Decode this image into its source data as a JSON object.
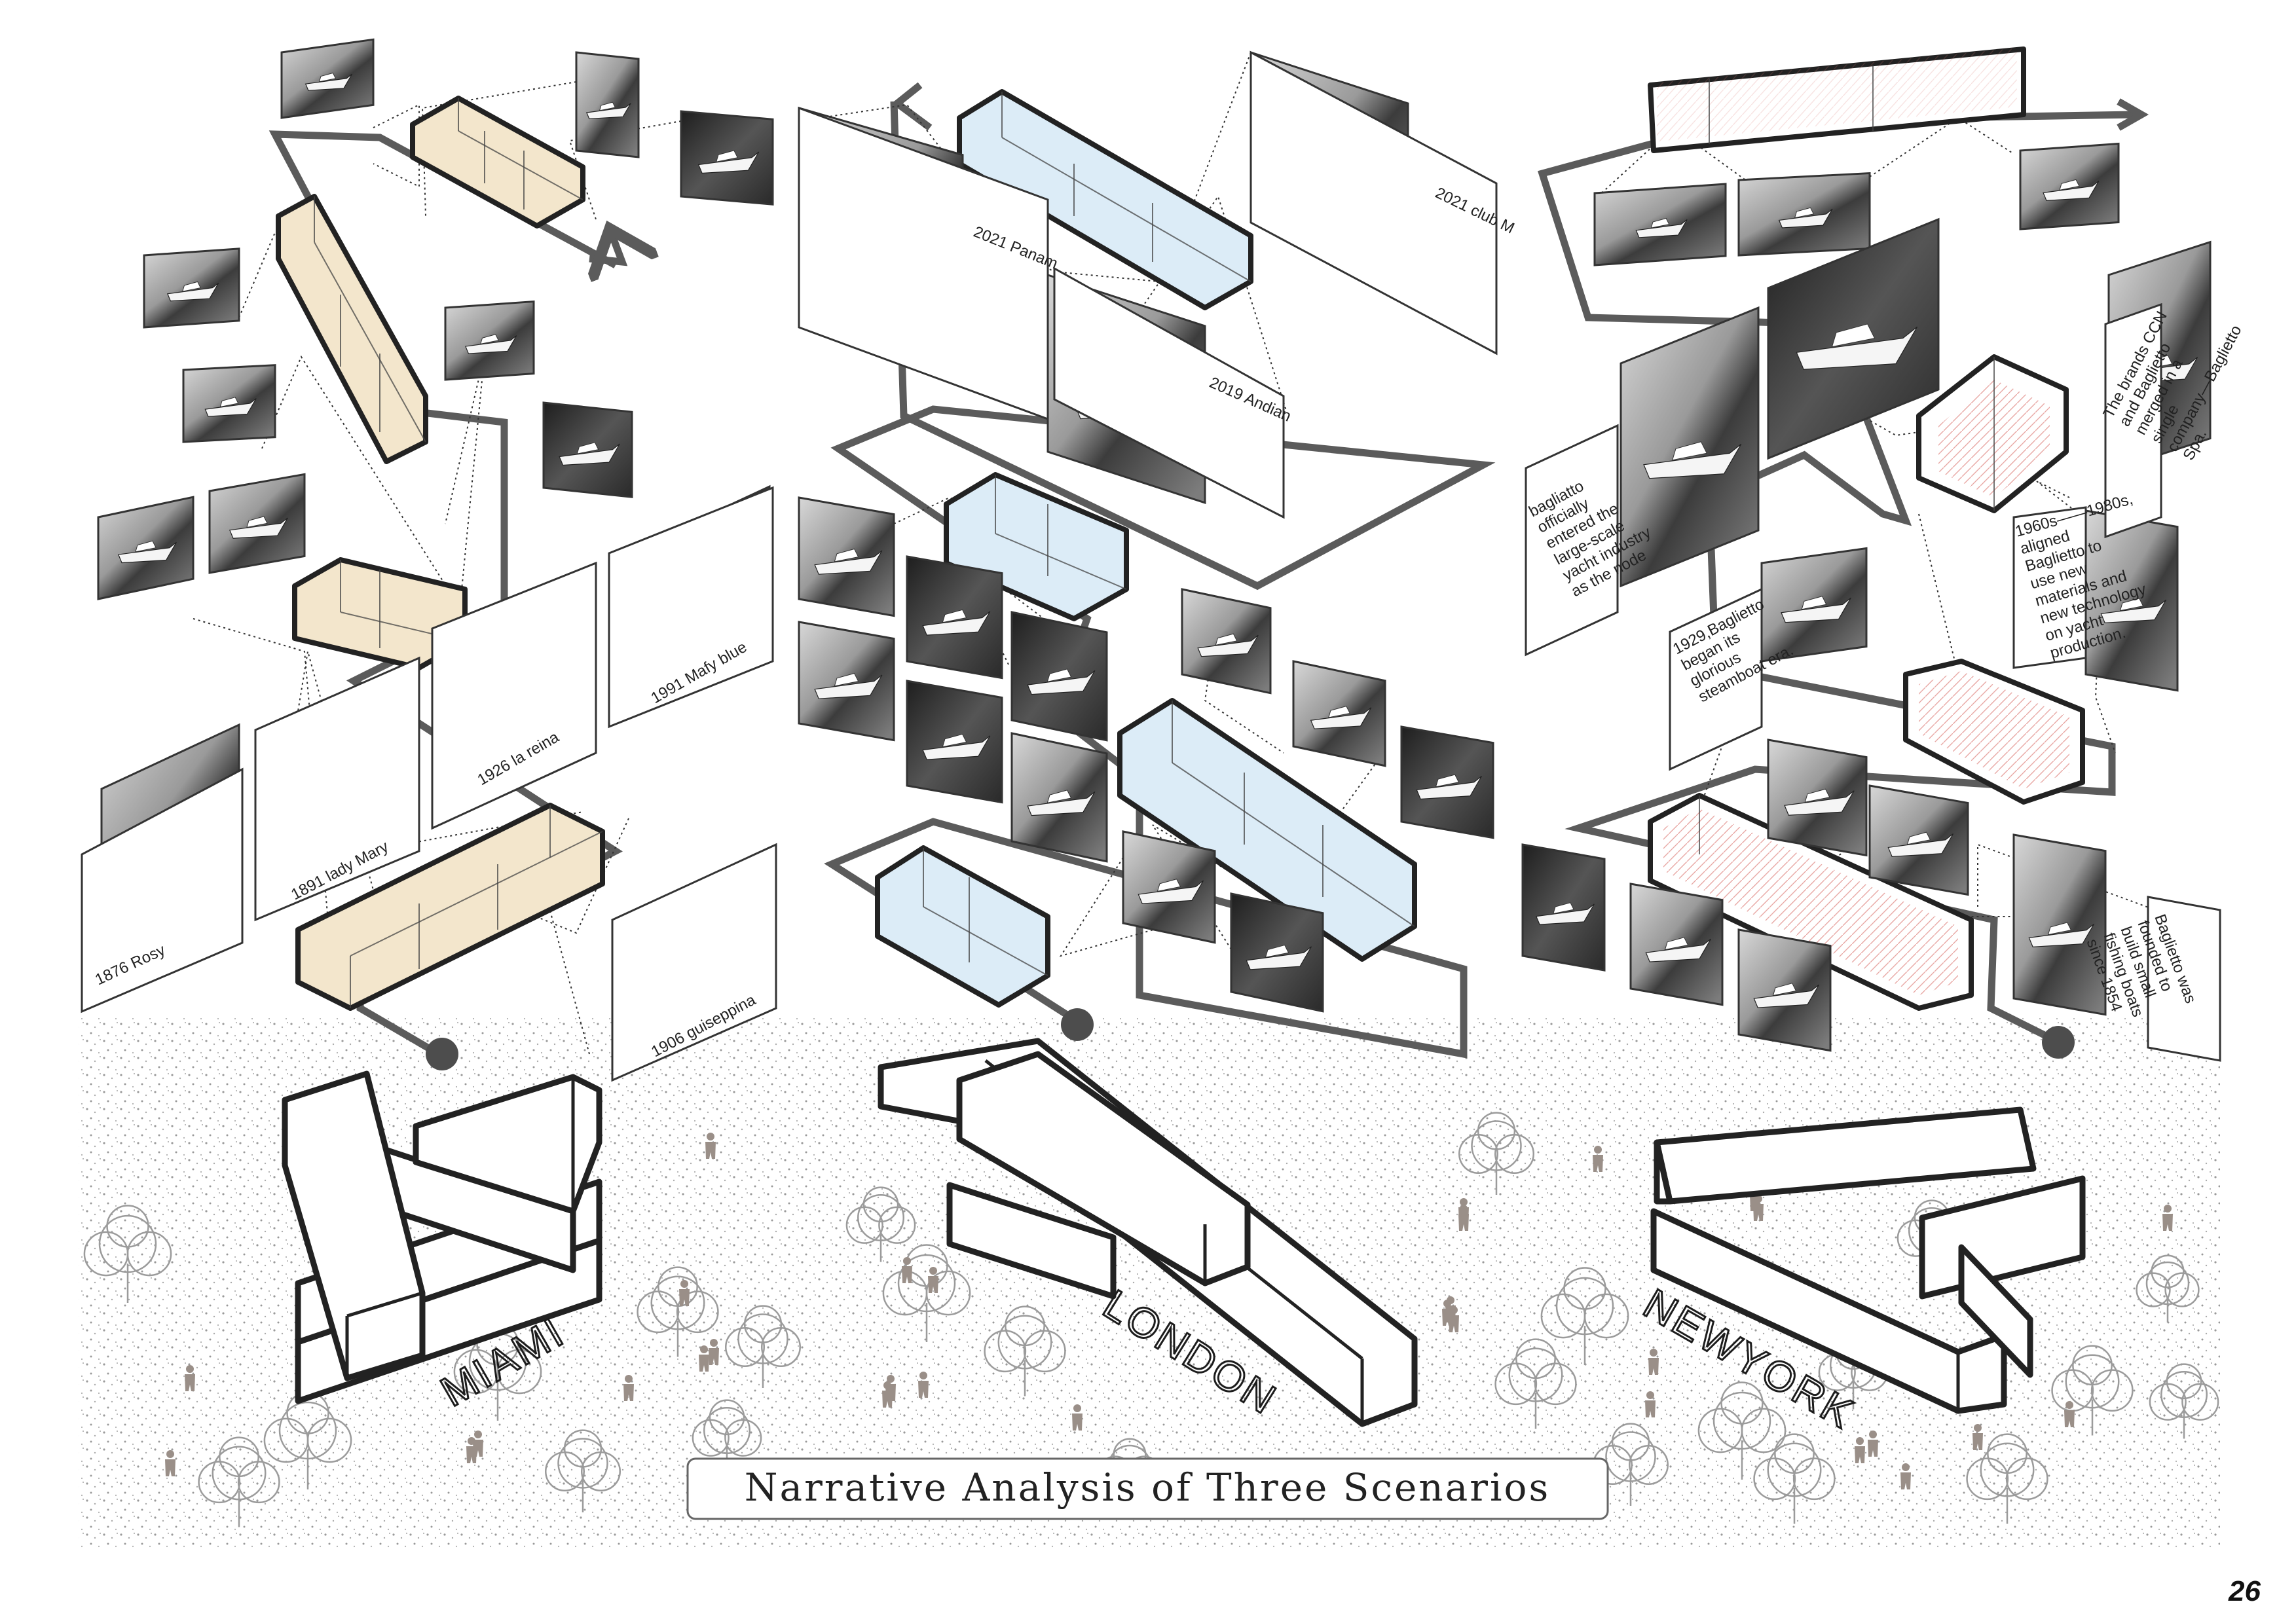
{
  "title": "Narrative Analysis of Three Scenarios",
  "page_number": "26",
  "colors": {
    "miami_accent": "#f3e6cc",
    "london_accent": "#dcecf7",
    "newyork_accent": "#d9706a",
    "route": "#5b5b5b",
    "ground_dots": "#9a9a9a",
    "person": "#9a8f88"
  },
  "scenarios": [
    {
      "city": "MIAMI",
      "accent": "miami",
      "captions": [
        "1876 Rosy",
        "1891 lady Mary",
        "1926 la reina",
        "1991 Mafy blue",
        "1906 guiseppina"
      ]
    },
    {
      "city": "LONDON",
      "accent": "london",
      "captions": [
        "2021 Panam",
        "2019 Andian",
        "2021 club M"
      ]
    },
    {
      "city": "NEWYORK",
      "accent": "newyork",
      "captions": [
        "bagliatto officially entered the large-scale yacht industry as the node",
        "1929,Baglietto began its glorious steamboat era.",
        "The brands CCN and Baglietto merged in a single company—Baglietto Spa.",
        "1960s——1980s, aligned Baglietto to use new materials and new technology on yacht production.",
        "Baglietto was founded to build small fishing boats since 1854"
      ]
    }
  ]
}
